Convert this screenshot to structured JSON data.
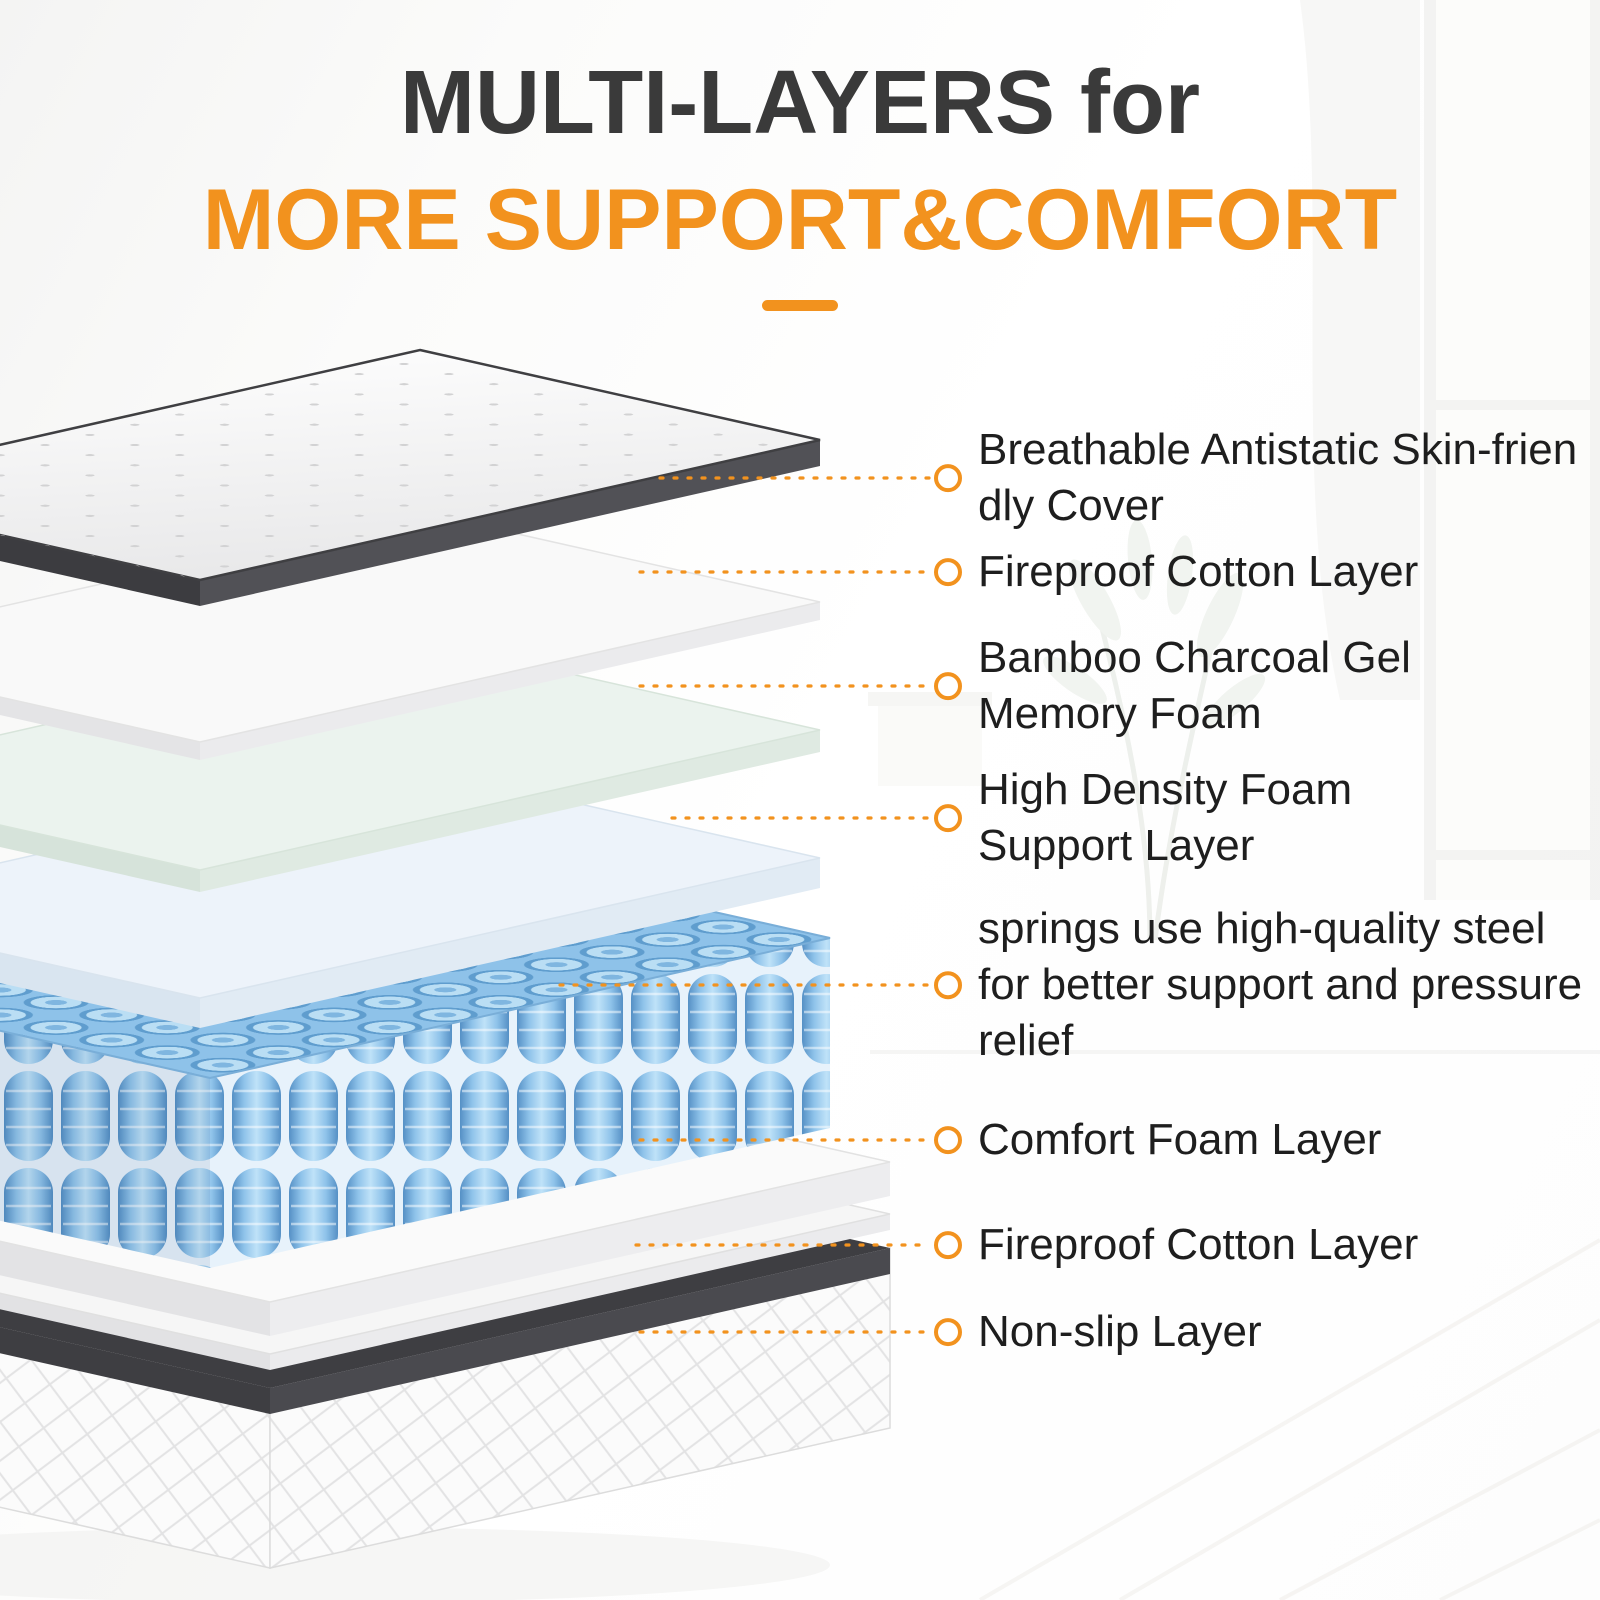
{
  "header": {
    "title_line1": "MULTI-LAYERS for",
    "title_line2": "MORE SUPPORT&COMFORT"
  },
  "colors": {
    "accent_orange": "#F2921E",
    "title_gray": "#3A3A3A",
    "label_text": "#1E1E1E",
    "spring_blue": "#8FC3EA",
    "cover_trim_dark": "#3C3C40"
  },
  "labels": [
    {
      "id": "cover",
      "lines": [
        "Breathable Antistatic Skin-frien",
        "dly Cover"
      ]
    },
    {
      "id": "fireproof-top",
      "lines": [
        "Fireproof Cotton Layer"
      ]
    },
    {
      "id": "gel-memory-foam",
      "lines": [
        "Bamboo Charcoal Gel",
        "Memory Foam"
      ]
    },
    {
      "id": "high-density-foam",
      "lines": [
        "High Density Foam",
        "Support Layer"
      ]
    },
    {
      "id": "springs",
      "lines": [
        "springs use high-quality steel",
        "for better support and pressure",
        "relief"
      ]
    },
    {
      "id": "comfort-foam",
      "lines": [
        "Comfort Foam Layer"
      ]
    },
    {
      "id": "fireproof-bottom",
      "lines": [
        "Fireproof Cotton Layer"
      ]
    },
    {
      "id": "non-slip",
      "lines": [
        "Non-slip Layer"
      ]
    }
  ]
}
